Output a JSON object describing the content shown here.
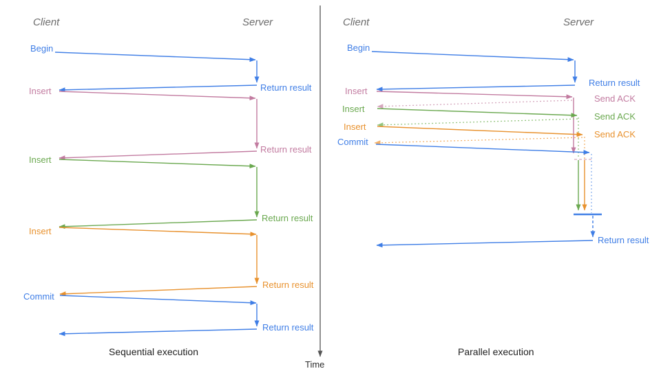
{
  "time_axis": {
    "label": "Time"
  },
  "colors": {
    "blue": "#3f7ee6",
    "pink": "#c27ba0",
    "green": "#6aa84f",
    "orange": "#e8912d",
    "ack_pink_dotted": "#d5a6bd",
    "ack_green_dotted": "#93c47d",
    "ack_orange_dotted": "#f4b26a",
    "wait_blue_dotted": "#8ab0ee",
    "axis_gray": "#555555"
  },
  "sequential": {
    "client_header": "Client",
    "server_header": "Server",
    "caption": "Sequential execution",
    "steps": [
      {
        "request": "Begin",
        "response": "Return result"
      },
      {
        "request": "Insert",
        "response": "Return result"
      },
      {
        "request": "Insert",
        "response": "Return result"
      },
      {
        "request": "Insert",
        "response": "Return result"
      },
      {
        "request": "Commit",
        "response": "Return result"
      }
    ]
  },
  "parallel": {
    "client_header": "Client",
    "server_header": "Server",
    "caption": "Parallel execution",
    "steps": [
      {
        "request": "Begin",
        "response": "Return result"
      },
      {
        "request": "Insert",
        "response": "Send ACK"
      },
      {
        "request": "Insert",
        "response": "Send ACK"
      },
      {
        "request": "Insert",
        "response": "Send ACK"
      },
      {
        "request": "Commit",
        "response": "Return result"
      }
    ]
  }
}
